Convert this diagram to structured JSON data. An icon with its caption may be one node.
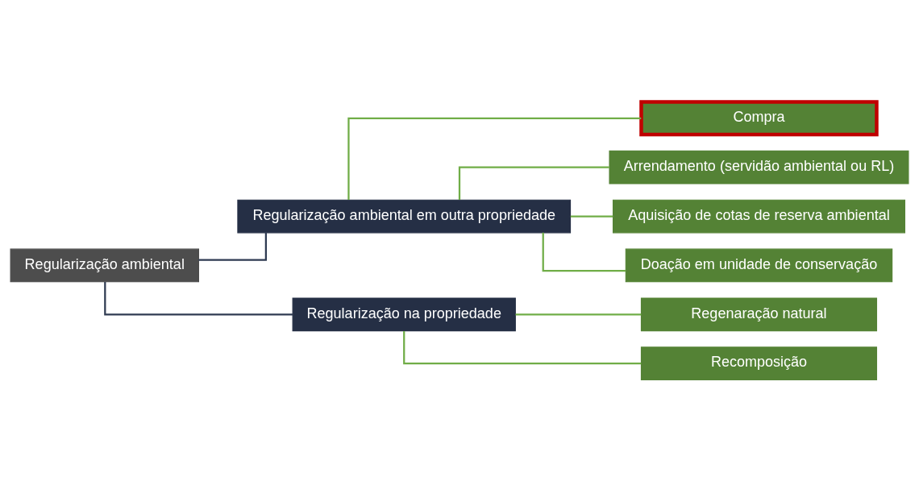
{
  "diagram": {
    "nodes": [
      {
        "text": [
          "Regularização ambiental"
        ]
      },
      {
        "text": [
          "Regularização ambiental em outra propriedade"
        ]
      },
      {
        "text": [
          "Regularização na propriedade"
        ]
      },
      {
        "text": [
          "Compra"
        ]
      },
      {
        "text": [
          "Arrendamento (servidão ambiental ou RL)"
        ]
      },
      {
        "text": [
          "Aquisição de cotas de reserva ambiental"
        ]
      },
      {
        "text": [
          "Doação em unidade de conservação"
        ]
      },
      {
        "text": [
          "Regenaração natural"
        ]
      },
      {
        "text": [
          "Recomposição"
        ]
      }
    ],
    "edges": [
      {
        "from": 0,
        "to": 1,
        "arrow": "none",
        "color": "#2f3b52"
      },
      {
        "from": 0,
        "to": 2,
        "arrow": "none",
        "color": "#2f3b52"
      },
      {
        "from": 1,
        "to": 3,
        "arrow": "none"
      },
      {
        "from": 1,
        "to": 4,
        "arrow": "none"
      },
      {
        "from": 1,
        "to": 5,
        "arrow": "none"
      },
      {
        "from": 1,
        "to": 6,
        "arrow": "none"
      },
      {
        "from": 2,
        "to": 7,
        "arrow": "none"
      },
      {
        "from": 2,
        "to": 8,
        "arrow": "none"
      }
    ]
  }
}
